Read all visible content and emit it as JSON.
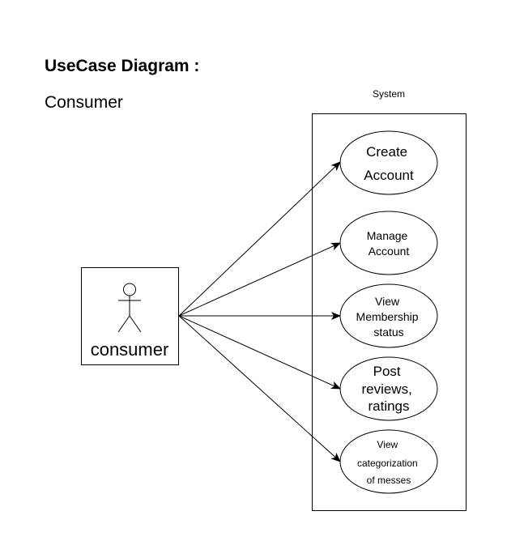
{
  "diagram": {
    "title": "UseCase Diagram :",
    "subtitle": "Consumer",
    "system_label": "System",
    "actor": {
      "name": "consumer"
    },
    "use_cases": [
      {
        "lines": [
          "Create",
          "Account"
        ]
      },
      {
        "lines": [
          "Manage",
          "Account"
        ]
      },
      {
        "lines": [
          "View",
          "Membership",
          "status"
        ]
      },
      {
        "lines": [
          "Post",
          "reviews,",
          "ratings"
        ]
      },
      {
        "lines": [
          "View",
          "categorization",
          "of messes"
        ]
      }
    ]
  }
}
